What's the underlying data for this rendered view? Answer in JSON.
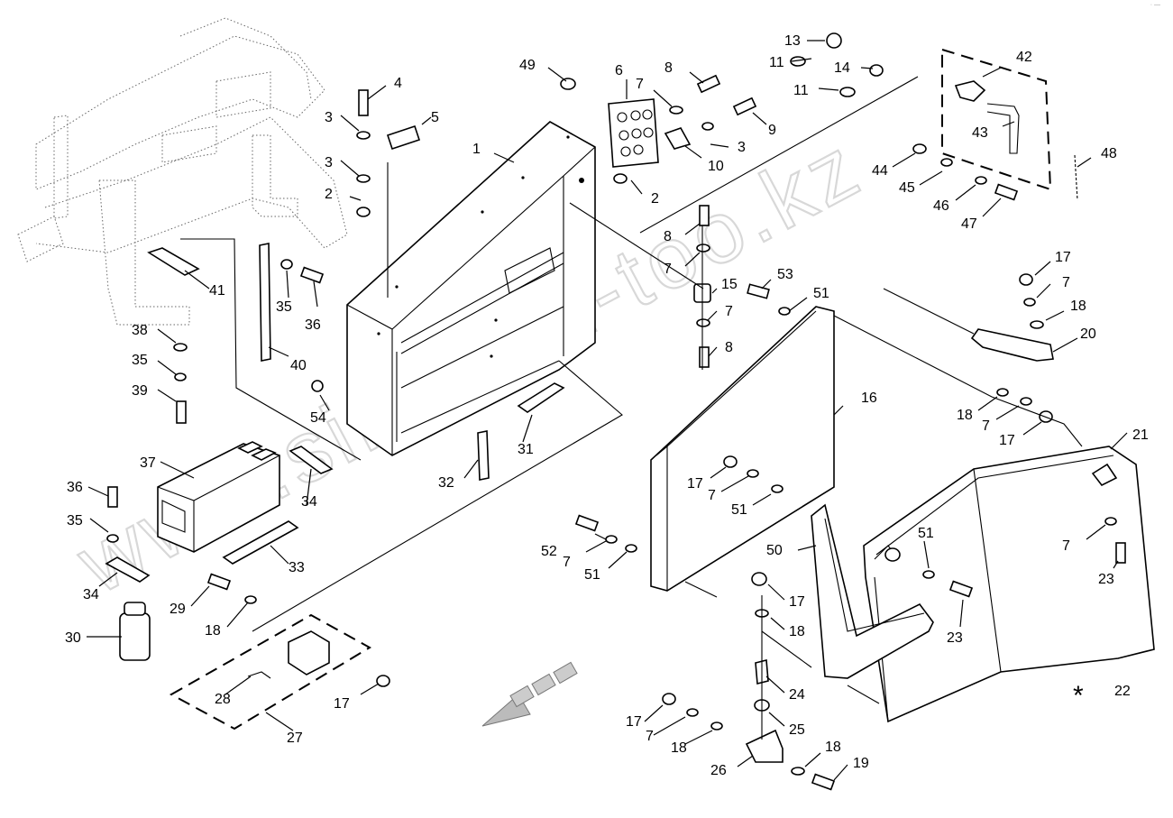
{
  "watermark": "www.simhron-too.kz",
  "footnote_marker": "*",
  "corner_mark": "· —",
  "labels": {
    "l1": "1",
    "l2a": "2",
    "l2b": "2",
    "l3a": "3",
    "l3b": "3",
    "l3c": "3",
    "l4": "4",
    "l5": "5",
    "l6": "6",
    "l7a": "7",
    "l7b": "7",
    "l7c": "7",
    "l7d": "7",
    "l7e": "7",
    "l7f": "7",
    "l7g": "7",
    "l7h": "7",
    "l7i": "7",
    "l8a": "8",
    "l8b": "8",
    "l8c": "8",
    "l9": "9",
    "l10": "10",
    "l11a": "11",
    "l11b": "11",
    "l13": "13",
    "l14": "14",
    "l15": "15",
    "l16": "16",
    "l17a": "17",
    "l17b": "17",
    "l17c": "17",
    "l17d": "17",
    "l17e": "17",
    "l17f": "17",
    "l18a": "18",
    "l18b": "18",
    "l18c": "18",
    "l18d": "18",
    "l18e": "18",
    "l18f": "18",
    "l19": "19",
    "l20": "20",
    "l21": "21",
    "l22": "22",
    "l23a": "23",
    "l23b": "23",
    "l24": "24",
    "l25": "25",
    "l26": "26",
    "l27": "27",
    "l28": "28",
    "l29": "29",
    "l30": "30",
    "l31": "31",
    "l32": "32",
    "l33": "33",
    "l34a": "34",
    "l34b": "34",
    "l35a": "35",
    "l35b": "35",
    "l35c": "35",
    "l36a": "36",
    "l36b": "36",
    "l37": "37",
    "l38": "38",
    "l39": "39",
    "l40": "40",
    "l41": "41",
    "l42": "42",
    "l43": "43",
    "l44": "44",
    "l45": "45",
    "l46": "46",
    "l47": "47",
    "l48": "48",
    "l49": "49",
    "l50": "50",
    "l51a": "51",
    "l51b": "51",
    "l51c": "51",
    "l51d": "51",
    "l52": "52",
    "l53": "53",
    "l54": "54"
  }
}
